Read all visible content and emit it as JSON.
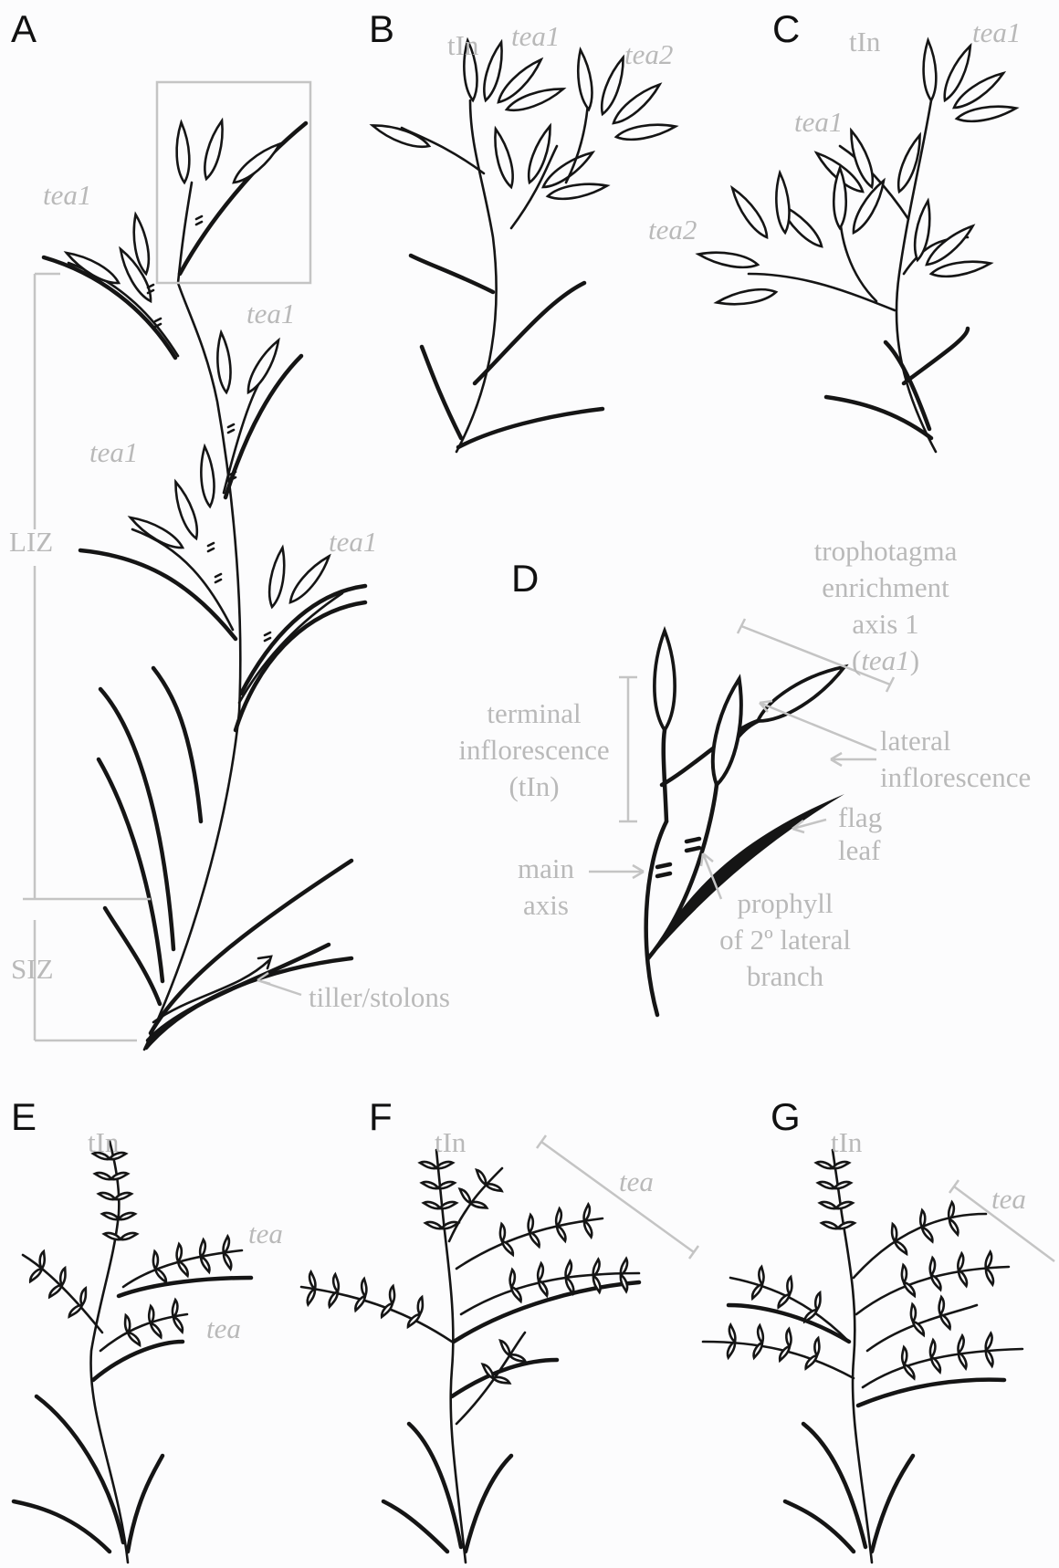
{
  "panels": {
    "A": {
      "letter": "A",
      "labels": {
        "tea1_1": "tea1",
        "tea1_2": "tea1",
        "tea1_3": "tea1",
        "tea1_4": "tea1",
        "liz": "LIZ",
        "siz": "SIZ",
        "tiller": "tiller/stolons"
      }
    },
    "B": {
      "letter": "B",
      "labels": {
        "tin": "tIn",
        "tea1": "tea1",
        "tea2": "tea2"
      }
    },
    "C": {
      "letter": "C",
      "labels": {
        "tin": "tIn",
        "tea1_top": "tea1",
        "tea1_mid": "tea1",
        "tea2": "tea2"
      }
    },
    "D": {
      "letter": "D",
      "labels": {
        "tea_title": [
          "trophotagma",
          "enrichment",
          "axis 1"
        ],
        "tea_paren_open": "(",
        "tea_paren_italic": "tea1",
        "tea_paren_close": ")",
        "terminal": [
          "terminal",
          "inflorescence",
          "(tIn)"
        ],
        "lateral": [
          "lateral",
          "inflorescence"
        ],
        "flag": [
          "flag",
          "leaf"
        ],
        "main_axis": [
          "main",
          "axis"
        ],
        "prophyll": [
          "prophyll",
          "of 2º lateral",
          "branch"
        ]
      }
    },
    "E": {
      "letter": "E",
      "labels": {
        "tin": "tIn",
        "tea_1": "tea",
        "tea_2": "tea"
      }
    },
    "F": {
      "letter": "F",
      "labels": {
        "tin": "tIn",
        "tea": "tea"
      }
    },
    "G": {
      "letter": "G",
      "labels": {
        "tin": "tIn",
        "tea": "tea"
      }
    }
  },
  "colors": {
    "ink": "#151515",
    "label_gray": "#b9b9b9",
    "line_gray": "#c4c4c4",
    "background": "#fcfcfd"
  }
}
